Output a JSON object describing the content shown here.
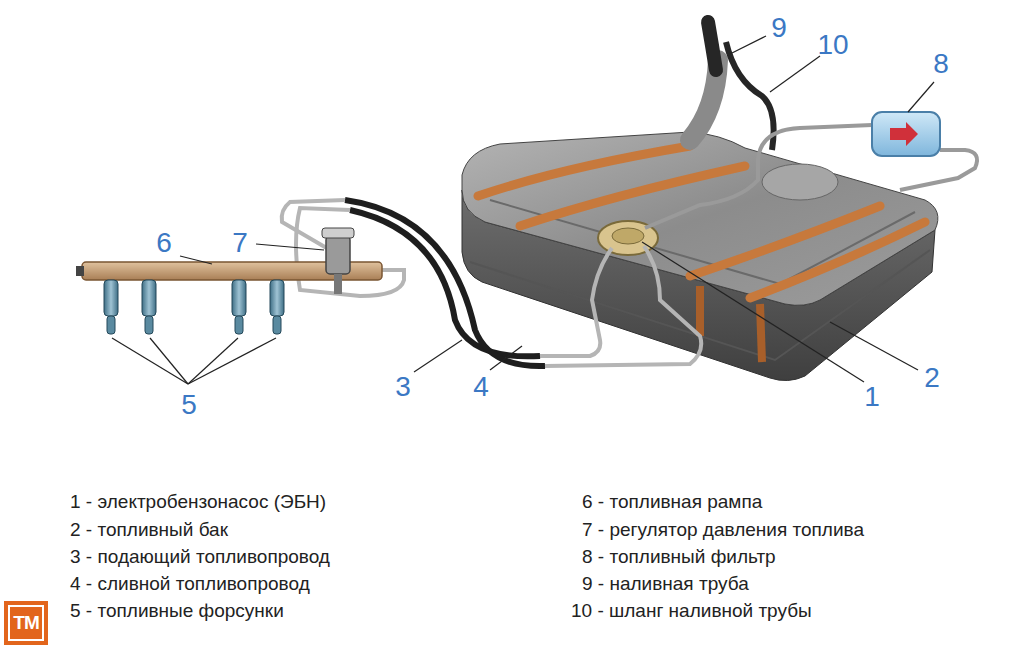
{
  "diagram": {
    "labels": [
      "9",
      "10",
      "8",
      "6",
      "7",
      "1",
      "2",
      "3",
      "4",
      "5",
      "1 - электробензонасос (ЭБН)",
      "2 - топливный бак",
      "3 - подающий топливопровод",
      "4 - сливной топливопровод",
      "5 - топливные форсунки",
      "6 - топливная рампа",
      "7 - регулятор давления топлива",
      "8 - топливный фильтр",
      "9 - наливная труба",
      "10 - шланг наливной трубы",
      "ТМ"
    ]
  }
}
